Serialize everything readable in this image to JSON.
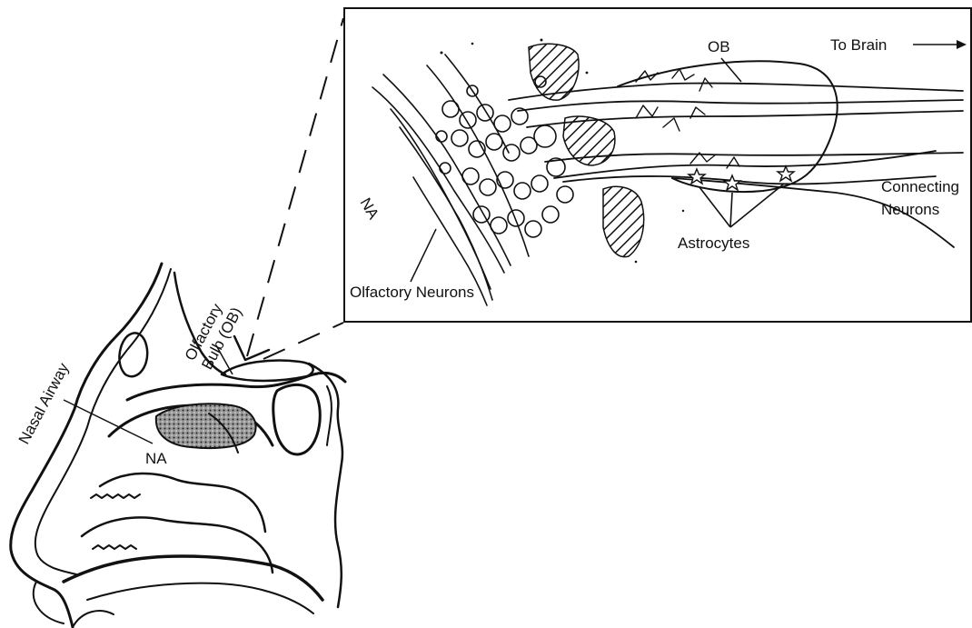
{
  "labels": {
    "olfactory_bulb": [
      "Olfactory",
      "Bulb (OB)"
    ],
    "nasal_airway": "Nasal Airway",
    "na_side": "NA",
    "na_inset": "NA",
    "ob_inset": "OB",
    "to_brain": "To Brain",
    "connecting_neurons": [
      "Connecting",
      "Neurons"
    ],
    "astrocytes": "Astrocytes",
    "olfactory_neurons": "Olfactory Neurons"
  },
  "colors": {
    "ink": "#111111",
    "background": "#ffffff",
    "mucosa_fill": "#8a8a8a"
  }
}
